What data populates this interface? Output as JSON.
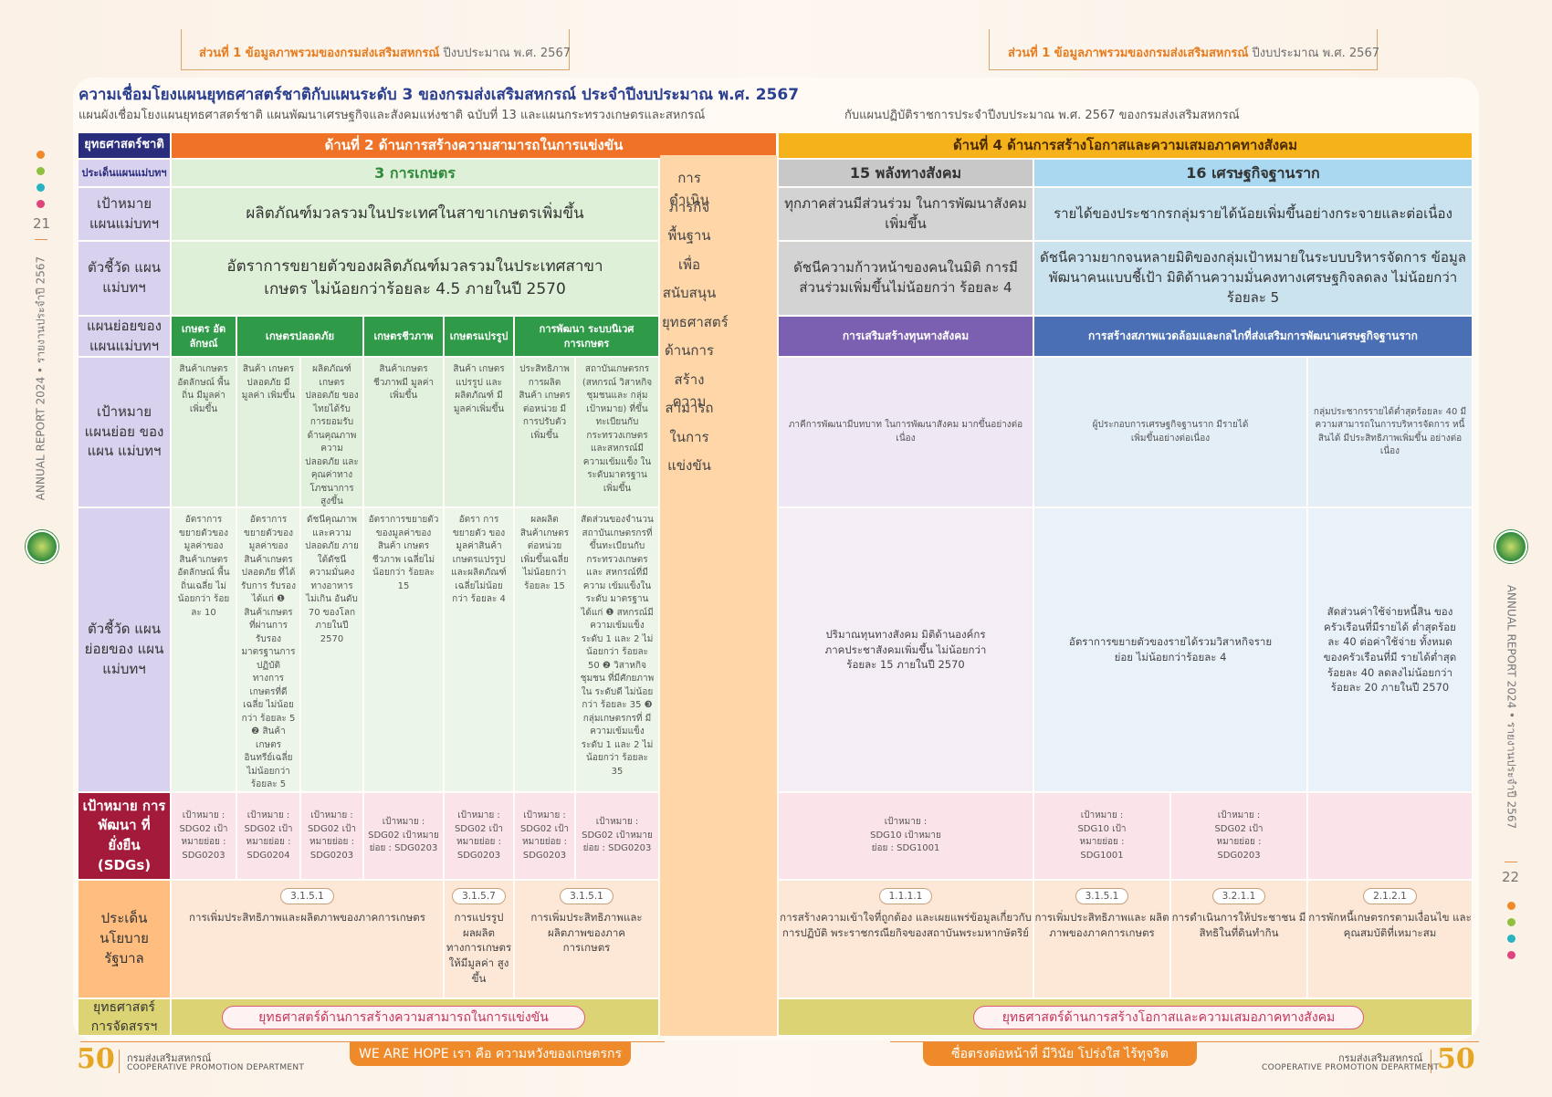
{
  "header": {
    "left_prefix": "ส่วนที่ 1 ข้อมูลภาพรวมของกรมส่งเสริมสหกรณ์",
    "left_suffix": "ปีงบประมาณ พ.ศ. 2567",
    "right_prefix": "ส่วนที่ 1 ข้อมูลภาพรวมของกรมส่งเสริมสหกรณ์",
    "right_suffix": "ปีงบประมาณ พ.ศ. 2567"
  },
  "title": "ความเชื่อมโยงแผนยุทธศาสตร์ชาติกับแผนระดับ 3 ของกรมส่งเสริมสหกรณ์ ประจำปีงบประมาณ พ.ศ. 2567",
  "subtitle_left": "แผนผังเชื่อมโยงแผนยุทธศาสตร์ชาติ แผนพัฒนาเศรษฐกิจและสังคมแห่งชาติ ฉบับที่ 13 และแผนกระทรวงเกษตรและสหกรณ์",
  "subtitle_right": "กับแผนปฏิบัติราชการประจำปีงบประมาณ พ.ศ. 2567 ของกรมส่งเสริมสหกรณ์",
  "row_labels": {
    "strategy": "ยุทธศาสตร์ชาติ",
    "master_issue": "ประเด็นแผนแม่บทฯ",
    "master_goal": "เป้าหมาย แผนแม่บทฯ",
    "master_indicator": "ตัวชี้วัด แผนแม่บทฯ",
    "subplan": "แผนย่อยของ แผนแม่บทฯ",
    "subplan_goal": "เป้าหมาย แผนย่อย ของแผน แม่บทฯ",
    "subplan_indicator": "ตัวชี้วัด แผนย่อยของ แผนแม่บทฯ",
    "sdgs": "เป้าหมาย การพัฒนา ที่ยั่งยืน (SDGs)",
    "gov_policy": "ประเด็น นโยบาย รัฐบาล",
    "dept_strategy": "ยุทธศาสตร์ การจัดสรรฯ"
  },
  "left": {
    "strategy": "ด้านที่ 2  ด้านการสร้างความสามารถในการแข่งขัน",
    "issue": "3 การเกษตร",
    "goal": "ผลิตภัณฑ์มวลรวมในประเทศในสาขาเกษตรเพิ่มขึ้น",
    "indicator": "อัตราการขยายตัวของผลิตภัณฑ์มวลรวมในประเทศสาขาเกษตร ไม่น้อยกว่าร้อยละ 4.5 ภายในปี 2570",
    "subplans": [
      "เกษตร อัตลักษณ์",
      "เกษตรปลอดภัย",
      "เกษตรชีวภาพ",
      "เกษตรแปรรูป",
      "การพัฒนา ระบบนิเวศการเกษตร"
    ],
    "subgoals": [
      "สินค้าเกษตร อัตลักษณ์ พื้นถิ่น มีมูลค่า เพิ่มขึ้น",
      "สินค้า เกษตรปลอดภัย มีมูลค่า เพิ่มขึ้น",
      "ผลิตภัณฑ์ เกษตรปลอดภัย ของไทยได้รับ การยอมรับ ด้านคุณภาพ ความปลอดภัย และคุณค่าทาง โภชนาการสูงขึ้น",
      "สินค้าเกษตร ชีวภาพมี มูลค่าเพิ่มขึ้น",
      "สินค้า เกษตรแปรรูป และผลิตภัณฑ์ มีมูลค่าเพิ่มขึ้น",
      "ประสิทธิภาพ การผลิต สินค้า เกษตร ต่อหน่วย มีการปรับตัว เพิ่มขึ้น",
      "สถาบันเกษตรกร (สหกรณ์ วิสาหกิจ ชุมชนและ กลุ่มเป้าหมาย) ที่ขึ้นทะเบียนกับ กระทรวงเกษตร และสหกรณ์มี ความเข้มแข็ง ในระดับมาตรฐาน เพิ่มขึ้น"
    ],
    "subindicators": [
      "อัตราการ ขยายตัวของ มูลค่าของ สินค้าเกษตร อัตลักษณ์ พื้นถิ่นเฉลี่ย ไม่น้อยกว่า ร้อยละ 10",
      "อัตราการ ขยายตัวของ มูลค่าของ สินค้าเกษตร ปลอดภัย ที่ได้รับการ รับรอง ได้แก่ ❶ สินค้าเกษตร ที่ผ่านการรับรอง มาตรฐานการ ปฏิบัติทางการ เกษตรที่ดีเฉลี่ย ไม่น้อยกว่า ร้อยละ 5 ❷ สินค้าเกษตร อินทรีย์เฉลี่ย ไม่น้อยกว่า ร้อยละ 5",
      "ดัชนีคุณภาพ และความ ปลอดภัย ภายใต้ดัชนี ความมั่นคง ทางอาหาร ไม่เกิน อันดับ 70 ของโลก ภายในปี 2570",
      "อัตราการขยายตัว ของมูลค่าของสินค้า เกษตรชีวภาพ เฉลี่ยไม่น้อยกว่า ร้อยละ 15",
      "อัตรา การขยายตัว ของมูลค่าสินค้า เกษตรแปรรูป และผลิตภัณฑ์ เฉลี่ยไม่น้อยกว่า ร้อยละ 4",
      "ผลผลิต สินค้าเกษตร ต่อหน่วย เพิ่มขึ้นเฉลี่ย ไม่น้อยกว่า ร้อยละ 15",
      "สัดส่วนของจำนวน สถาบันเกษตรกรที่ ขึ้นทะเบียนกับ กระทรวงเกษตรและ สหกรณ์ที่มีความ เข้มแข็งในระดับ มาตรฐาน ได้แก่ ❶ สหกรณ์มี ความเข้มแข็งระดับ 1 และ 2 ไม่น้อยกว่า ร้อยละ 50 ❷ วิสาหกิจชุมชน ที่มีศักยภาพใน ระดับดี ไม่น้อยกว่า ร้อยละ 35 ❸ กลุ่มเกษตรกรที่ มีความเข้มแข็งระดับ 1 และ 2 ไม่น้อยกว่า ร้อยละ 35"
    ],
    "sdgs": [
      "เป้าหมาย : SDG02 เป้าหมายย่อย : SDG0203",
      "เป้าหมาย : SDG02 เป้าหมายย่อย : SDG0204",
      "เป้าหมาย : SDG02 เป้าหมายย่อย : SDG0203",
      "เป้าหมาย : SDG02 เป้าหมายย่อย : SDG0203",
      "เป้าหมาย : SDG02 เป้าหมายย่อย : SDG0203",
      "เป้าหมาย : SDG02 เป้าหมายย่อย : SDG0203",
      "เป้าหมาย : SDG02 เป้าหมายย่อย : SDG0203"
    ],
    "policies": [
      {
        "code": "3.1.5.1",
        "text": "การเพิ่มประสิทธิภาพและผลิตภาพของภาคการเกษตร"
      },
      {
        "code": "3.1.5.7",
        "text": "การแปรรูป ผลผลิต ทางการเกษตร ให้มีมูลค่า สูงขึ้น"
      },
      {
        "code": "3.1.5.1",
        "text": "การเพิ่มประสิทธิภาพและ ผลิตภาพของภาคการเกษตร"
      }
    ],
    "dept_strategy": "ยุทธศาสตร์ด้านการสร้างความสามารถในการแข่งขัน"
  },
  "mission_words": [
    "การดำเนิน",
    "ภารกิจ",
    "พื้นฐาน",
    "เพื่อ",
    "สนับสนุน",
    "ยุทธศาสตร์",
    "ด้านการ",
    "สร้างความ",
    "สามารถ",
    "ในการ",
    "แข่งขัน"
  ],
  "right": {
    "strategy": "ด้านที่ 4  ด้านการสร้างโอกาสและความเสมอภาคทางสังคม",
    "issues": [
      "15 พลังทางสังคม",
      "16 เศรษฐกิจฐานราก"
    ],
    "goals": [
      "ทุกภาคส่วนมีส่วนร่วม ในการพัฒนาสังคม เพิ่มขึ้น",
      "รายได้ของประชากรกลุ่มรายได้น้อยเพิ่มขึ้นอย่างกระจายและต่อเนื่อง"
    ],
    "indicators": [
      "ดัชนีความก้าวหน้าของคนในมิติ การมีส่วนร่วมเพิ่มขึ้นไม่น้อยกว่า ร้อยละ 4",
      "ดัชนีความยากจนหลายมิติของกลุ่มเป้าหมายในระบบบริหารจัดการ ข้อมูลพัฒนาคนแบบชี้เป้า มิติด้านความมั่นคงทางเศรษฐกิจลดลง ไม่น้อยกว่าร้อยละ 5"
    ],
    "subplans": [
      "การเสริมสร้างทุนทางสังคม",
      "การสร้างสภาพแวดล้อมและกลไกที่ส่งเสริมการพัฒนาเศรษฐกิจฐานราก"
    ],
    "subgoals": [
      "ภาคีการพัฒนามีบทบาท ในการพัฒนาสังคม มากขึ้นอย่างต่อเนื่อง",
      "ผู้ประกอบการเศรษฐกิจฐานราก มีรายได้เพิ่มขึ้นอย่างต่อเนื่อง",
      "กลุ่มประชากรรายได้ต่ำสุดร้อยละ 40 มีความสามารถในการบริหารจัดการ หนี้สินได้ มีประสิทธิภาพเพิ่มขึ้น อย่างต่อเนื่อง"
    ],
    "subindicators": [
      "ปริมาณทุนทางสังคม มิติด้านองค์กร ภาคประชาสังคมเพิ่มขึ้น ไม่น้อยกว่า ร้อยละ 15 ภายในปี 2570",
      "อัตราการขยายตัวของรายได้รวมวิสาหกิจรายย่อย ไม่น้อยกว่าร้อยละ 4",
      "สัดส่วนค่าใช้จ่ายหนี้สิน ของครัวเรือนที่มีรายได้ ต่ำสุดร้อยละ 40 ต่อค่าใช้จ่าย ทั้งหมดของครัวเรือนที่มี รายได้ต่ำสุดร้อยละ 40 ลดลงไม่น้อยกว่าร้อยละ 20 ภายในปี 2570"
    ],
    "sdgs": [
      "เป้าหมาย : SDG10 เป้าหมายย่อย : SDG1001",
      "เป้าหมาย : SDG10 เป้าหมายย่อย : SDG1001",
      "เป้าหมาย : SDG02 เป้าหมายย่อย : SDG0203"
    ],
    "policies": [
      {
        "code": "1.1.1.1",
        "text": "การสร้างความเข้าใจที่ถูกต้อง และเผยแพร่ข้อมูลเกี่ยวกับการปฏิบัติ พระราชกรณียกิจของสถาบันพระมหากษัตริย์"
      },
      {
        "code": "3.1.5.1",
        "text": "การเพิ่มประสิทธิภาพและ ผลิตภาพของภาคการเกษตร"
      },
      {
        "code": "3.2.1.1",
        "text": "การดำเนินการให้ประชาชน มีสิทธิในที่ดินทำกิน"
      },
      {
        "code": "2.1.2.1",
        "text": "การพักหนี้เกษตรกรตามเงื่อนไข และคุณสมบัติที่เหมาะสม"
      }
    ],
    "dept_strategy": "ยุทธศาสตร์ด้านการสร้างโอกาสและความเสมอภาคทางสังคม"
  },
  "side": {
    "left_page_no": "21",
    "right_page_no": "22",
    "left_vertical": "ANNUAL REPORT 2024 • รายงานประจำปี 2567",
    "right_vertical": "ANNUAL REPORT 2024 • รายงานประจำปี 2567"
  },
  "footer": {
    "logo": "50",
    "dept_th": "กรมส่งเสริมสหกรณ์",
    "dept_en": "COOPERATIVE PROMOTION DEPARTMENT",
    "left_banner": "WE ARE HOPE  เรา คือ ความหวังของเกษตรกร",
    "right_banner": "ซื่อตรงต่อหน้าที่  มีวินัย  โปร่งใส  ไร้ทุจริต"
  },
  "colors": {
    "navy": "#2a2c7c",
    "orange": "#f07226",
    "yellow": "#f6b21b",
    "green": "#2f9a48",
    "light_green": "#dff0d8",
    "lavender": "#d8d2ee",
    "purple": "#7b5fb0",
    "blue": "#4a6fb5",
    "maroon": "#a31a3a",
    "peach": "#ffd6a8"
  }
}
